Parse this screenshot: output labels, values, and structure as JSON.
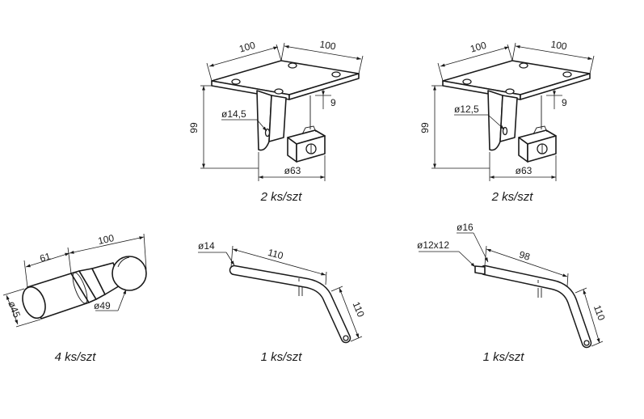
{
  "parts": [
    {
      "id": "bracket_a",
      "dims": {
        "top_left": "100",
        "top_right": "100",
        "height": "99",
        "hole": "ø14,5",
        "offset": "9",
        "width": "ø63"
      },
      "quantity": "2 ks/szt"
    },
    {
      "id": "bracket_b",
      "dims": {
        "top_left": "100",
        "top_right": "100",
        "height": "99",
        "hole": "ø12,5",
        "offset": "9",
        "width": "ø63"
      },
      "quantity": "2 ks/szt"
    },
    {
      "id": "pin",
      "dims": {
        "short_length": "61",
        "total_length": "100",
        "shaft_diameter": "ø45",
        "ball_diameter": "ø49"
      },
      "quantity": "4 ks/szt"
    },
    {
      "id": "bent_rod_a",
      "dims": {
        "diameter": "ø14",
        "straight_length": "110",
        "bent_length": "110"
      },
      "quantity": "1 ks/szt"
    },
    {
      "id": "bent_rod_b",
      "dims": {
        "tip_diameter": "ø16",
        "square_tip": "ø12x12",
        "straight_length": "98",
        "bent_length": "110"
      },
      "quantity": "1 ks/szt"
    }
  ],
  "colors": {
    "line": "#1a1a1a",
    "fill": "#ffffff"
  }
}
